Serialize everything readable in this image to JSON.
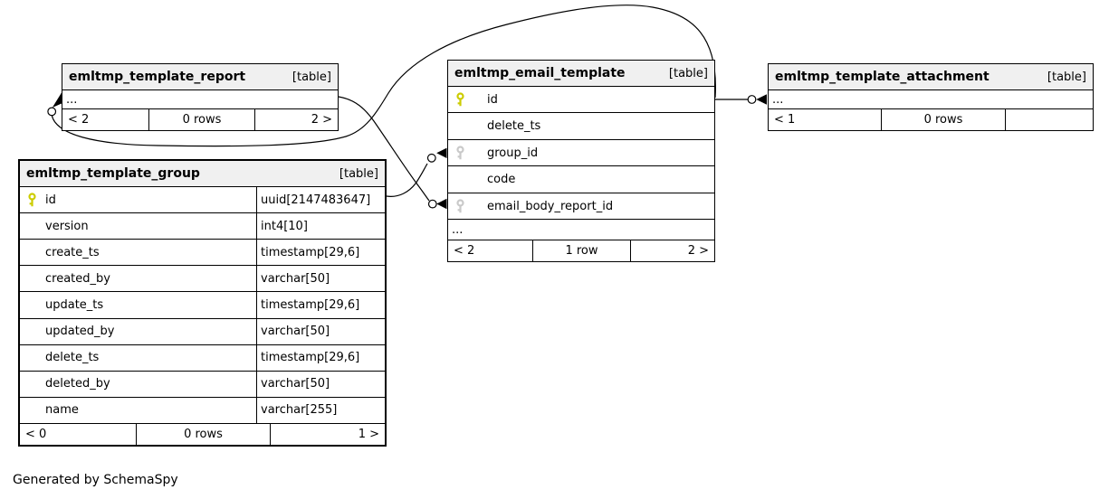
{
  "page": {
    "credit": "Generated by SchemaSpy"
  },
  "colors": {
    "header_bg": "#f0f0f0",
    "border": "#000000",
    "primary_key": "#cccc00",
    "foreign_key": "#c9c9c9"
  },
  "tables": [
    {
      "title": "emltmp_template_report",
      "badge": "[table]",
      "rows": [
        {
          "name": "...",
          "key": null,
          "type": null
        }
      ],
      "footer": [
        "< 2",
        "0 rows",
        "2 >"
      ]
    },
    {
      "title": "emltmp_email_template",
      "badge": "[table]",
      "rows": [
        {
          "name": "id",
          "key": "primary",
          "type": null
        },
        {
          "name": "delete_ts",
          "key": null,
          "type": null
        },
        {
          "name": "group_id",
          "key": "foreign",
          "type": null
        },
        {
          "name": "code",
          "key": null,
          "type": null
        },
        {
          "name": "email_body_report_id",
          "key": "foreign",
          "type": null
        },
        {
          "name": "...",
          "key": null,
          "type": null
        }
      ],
      "footer": [
        "< 2",
        "1 row",
        "2 >"
      ]
    },
    {
      "title": "emltmp_template_attachment",
      "badge": "[table]",
      "rows": [
        {
          "name": "...",
          "key": null,
          "type": null
        }
      ],
      "footer": [
        "< 1",
        "0 rows",
        ""
      ]
    },
    {
      "title": "emltmp_template_group",
      "badge": "[table]",
      "rows": [
        {
          "name": "id",
          "key": "primary",
          "type": "uuid[2147483647]"
        },
        {
          "name": "version",
          "key": null,
          "type": "int4[10]"
        },
        {
          "name": "create_ts",
          "key": null,
          "type": "timestamp[29,6]"
        },
        {
          "name": "created_by",
          "key": null,
          "type": "varchar[50]"
        },
        {
          "name": "update_ts",
          "key": null,
          "type": "timestamp[29,6]"
        },
        {
          "name": "updated_by",
          "key": null,
          "type": "varchar[50]"
        },
        {
          "name": "delete_ts",
          "key": null,
          "type": "timestamp[29,6]"
        },
        {
          "name": "deleted_by",
          "key": null,
          "type": "varchar[50]"
        },
        {
          "name": "name",
          "key": null,
          "type": "varchar[255]"
        }
      ],
      "footer": [
        "< 0",
        "0 rows",
        "1 >"
      ]
    }
  ],
  "relationships": [
    {
      "child_end": "emltmp_template_report:...",
      "parent_end": "emltmp_email_template:id"
    },
    {
      "child_end": "emltmp_email_template:email_body_report_id",
      "parent_end": "emltmp_template_report:..."
    },
    {
      "child_end": "emltmp_email_template:group_id",
      "parent_end": "emltmp_template_group:id"
    },
    {
      "child_end": "emltmp_template_attachment:...",
      "parent_end": "emltmp_email_template:id"
    }
  ]
}
